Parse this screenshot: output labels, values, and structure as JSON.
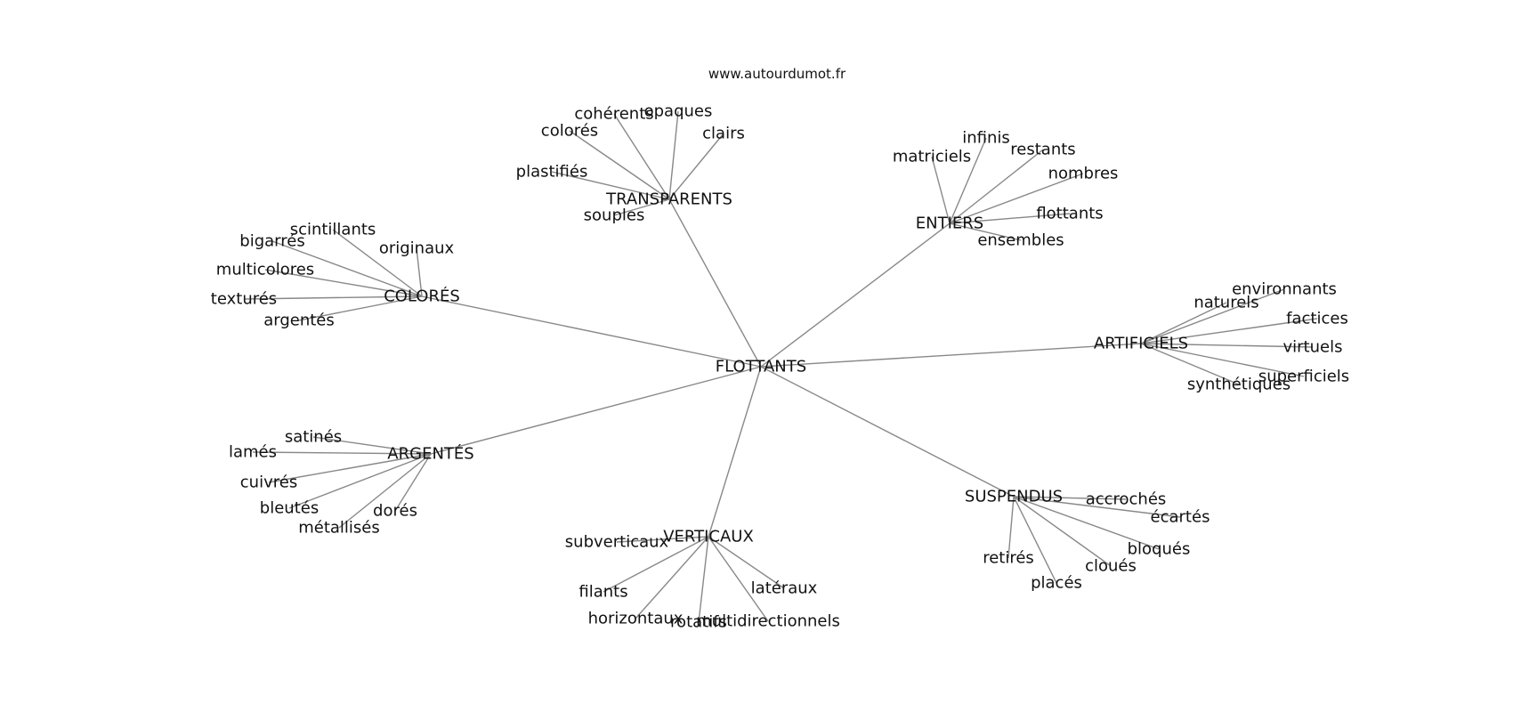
{
  "site": "www.autourdumot.fr",
  "center": "FLOTTANTS",
  "groups": [
    {
      "label": "TRANSPARENTS",
      "words": [
        "cohérents",
        "opaques",
        "colorés",
        "clairs",
        "plastifiés",
        "souples"
      ]
    },
    {
      "label": "ENTIERS",
      "words": [
        "infinis",
        "matriciels",
        "restants",
        "nombres",
        "flottants",
        "ensembles"
      ]
    },
    {
      "label": "COLORÉS",
      "words": [
        "scintillants",
        "bigarrés",
        "originaux",
        "multicolores",
        "texturés",
        "argentés"
      ]
    },
    {
      "label": "ARTIFICIELS",
      "words": [
        "environnants",
        "naturels",
        "factices",
        "virtuels",
        "superficiels",
        "synthétiques"
      ]
    },
    {
      "label": "ARGENTÉS",
      "words": [
        "satinés",
        "lamés",
        "cuivrés",
        "bleutés",
        "dorés",
        "métallisés"
      ]
    },
    {
      "label": "SUSPENDUS",
      "words": [
        "accrochés",
        "écartés",
        "bloqués",
        "retirés",
        "cloués",
        "placés"
      ]
    },
    {
      "label": "VERTICAUX",
      "words": [
        "subverticaux",
        "filants",
        "latéraux",
        "horizontaux",
        "rotatifs",
        "multidirectionnels"
      ]
    }
  ]
}
